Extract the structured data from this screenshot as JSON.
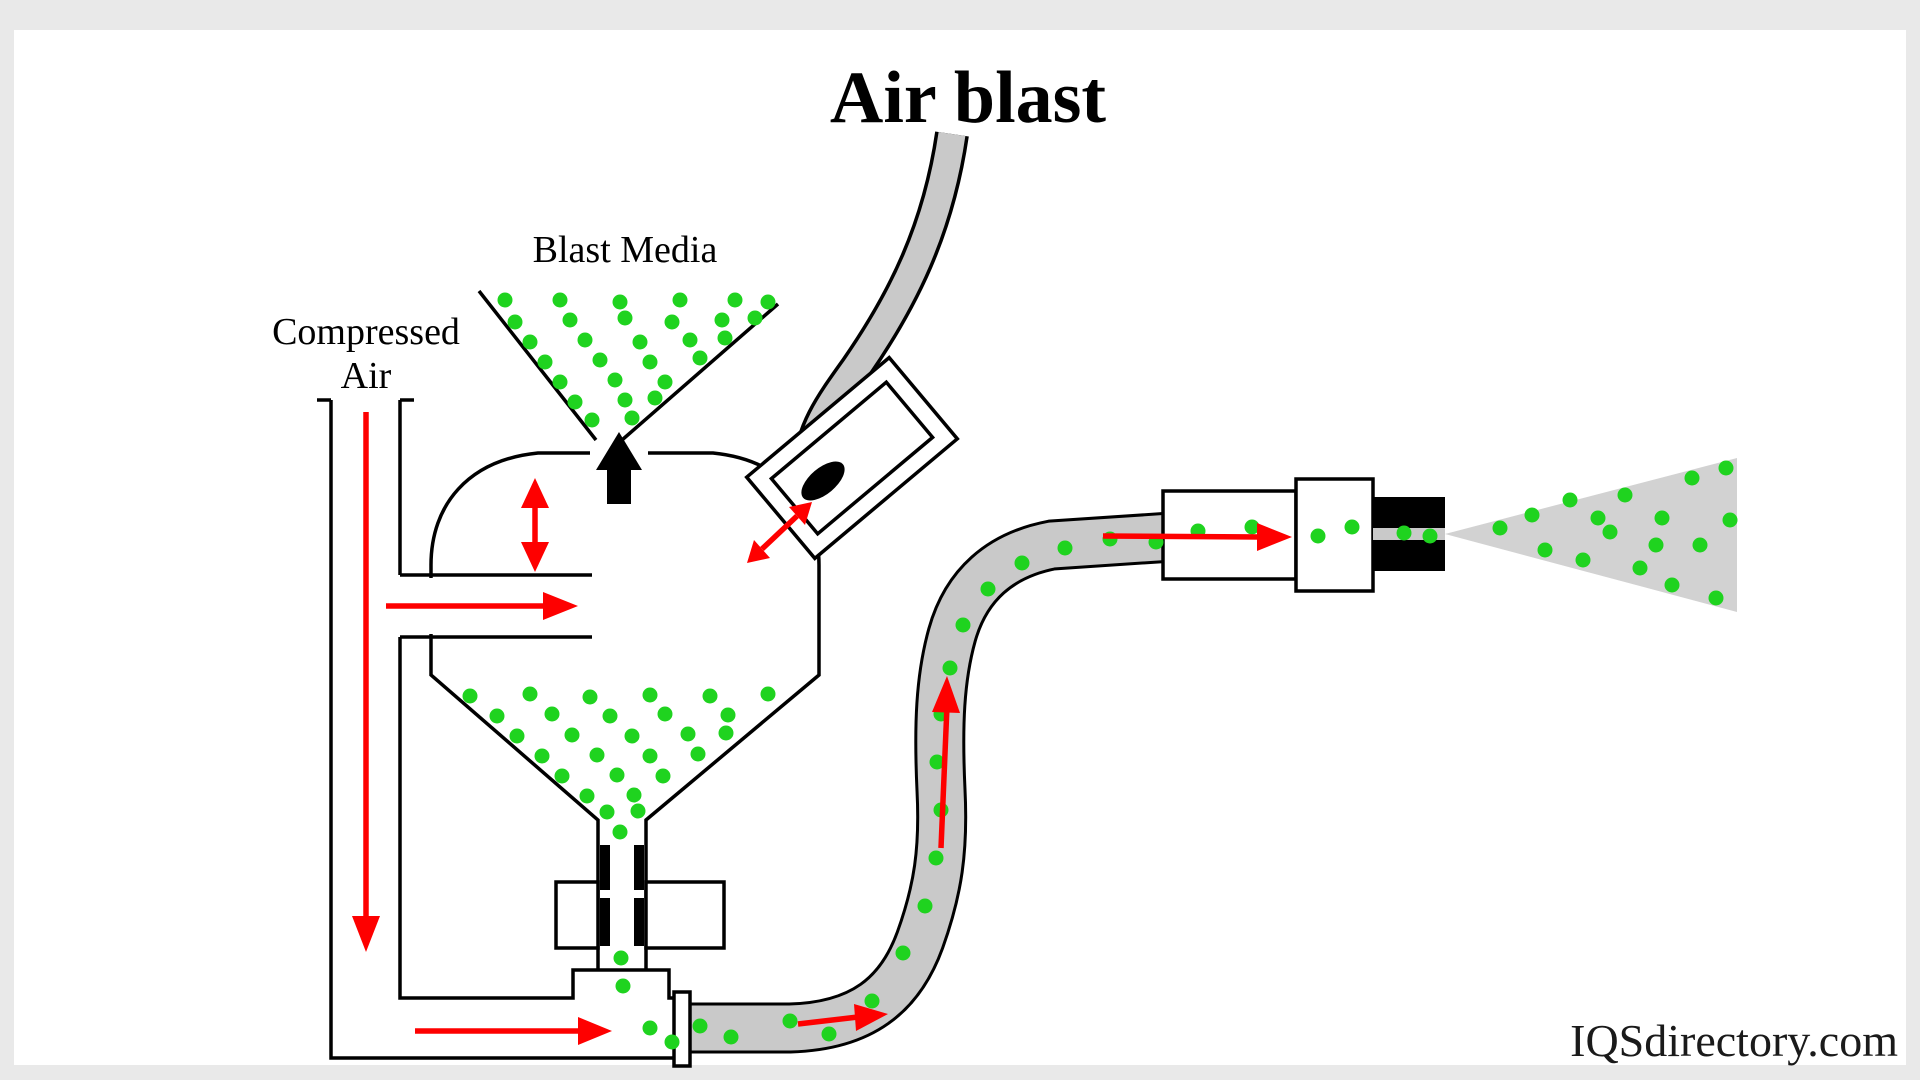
{
  "page": {
    "title": "Air blast",
    "watermark": "IQSdirectory.com"
  },
  "labels": {
    "blast_media": "Blast Media",
    "compressed_line1": "Compressed",
    "compressed_line2": "Air"
  },
  "colors": {
    "particle_green": "#1fd31f",
    "flow_arrow_red": "#fe0000",
    "hose_gray": "#c9c9c9",
    "spray_gray": "#d2d2d2",
    "line_black": "#000000",
    "canvas_white": "#ffffff",
    "frame_gray": "#e9e9e9"
  }
}
